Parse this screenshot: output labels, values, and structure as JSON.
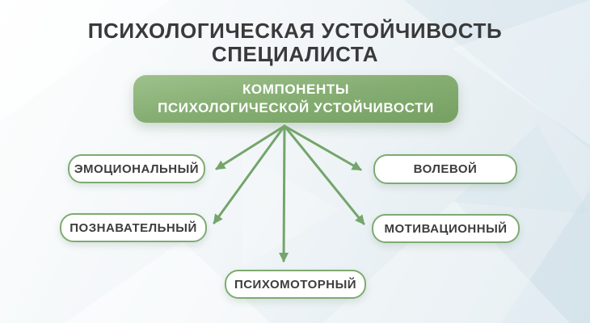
{
  "header": {
    "title_line1": "ПСИХОЛОГИЧЕСКАЯ УСТОЙЧИВОСТЬ",
    "title_line2": "СПЕЦИАЛИСТА"
  },
  "root": {
    "line1": "КОМПОНЕНТЫ",
    "line2": "ПСИХОЛОГИЧЕСКОЙ УСТОЙЧИВОСТИ"
  },
  "components": [
    {
      "id": "emotional",
      "label": "ЭМОЦИОНАЛЬНЫЙ"
    },
    {
      "id": "volitional",
      "label": "ВОЛЕВОЙ"
    },
    {
      "id": "cognitive",
      "label": "ПОЗНАВАТЕЛЬНЫЙ"
    },
    {
      "id": "motivational",
      "label": "МОТИВАЦИОННЫЙ"
    },
    {
      "id": "psychomotor",
      "label": "ПСИХОМОТОРНЫЙ"
    }
  ],
  "diagram": {
    "type": "tree",
    "root": "КОМПОНЕНТЫ ПСИХОЛОГИЧЕСКОЙ УСТОЙЧИВОСТИ",
    "edges": [
      {
        "from": "КОМПОНЕНТЫ ПСИХОЛОГИЧЕСКОЙ УСТОЙЧИВОСТИ",
        "to": "ЭМОЦИОНАЛЬНЫЙ"
      },
      {
        "from": "КОМПОНЕНТЫ ПСИХОЛОГИЧЕСКОЙ УСТОЙЧИВОСТИ",
        "to": "ВОЛЕВОЙ"
      },
      {
        "from": "КОМПОНЕНТЫ ПСИХОЛОГИЧЕСКОЙ УСТОЙЧИВОСТИ",
        "to": "ПОЗНАВАТЕЛЬНЫЙ"
      },
      {
        "from": "КОМПОНЕНТЫ ПСИХОЛОГИЧЕСКОЙ УСТОЙЧИВОСТИ",
        "to": "МОТИВАЦИОННЫЙ"
      },
      {
        "from": "КОМПОНЕНТЫ ПСИХОЛОГИЧЕСКОЙ УСТОЙЧИВОСТИ",
        "to": "ПСИХОМОТОРНЫЙ"
      }
    ]
  },
  "colors": {
    "accent_green": "#74a56b",
    "root_box_gradient_top": "#9ec18c",
    "root_box_gradient_bottom": "#76a062",
    "pill_border": "#7dab72",
    "text_dark": "#3a3a3a",
    "background_light": "#fdfefe",
    "background_shade": "#dde8ee"
  }
}
